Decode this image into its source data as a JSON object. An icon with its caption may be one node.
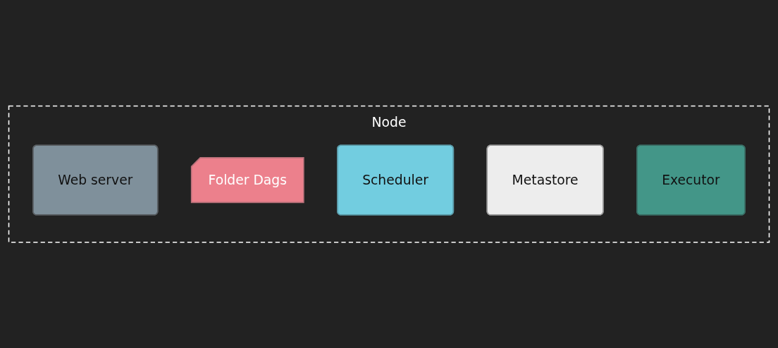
{
  "diagram": {
    "nodes": [
      {
        "text": [
          "Node"
        ]
      },
      {
        "text": [
          "Web server"
        ],
        "in": 0
      },
      {
        "text": [
          "Folder Dags"
        ],
        "in": 0
      },
      {
        "text": [
          "Scheduler"
        ],
        "in": 0
      },
      {
        "text": [
          "Metastore"
        ],
        "in": 0
      },
      {
        "text": [
          "Executor"
        ],
        "in": 0
      }
    ]
  }
}
